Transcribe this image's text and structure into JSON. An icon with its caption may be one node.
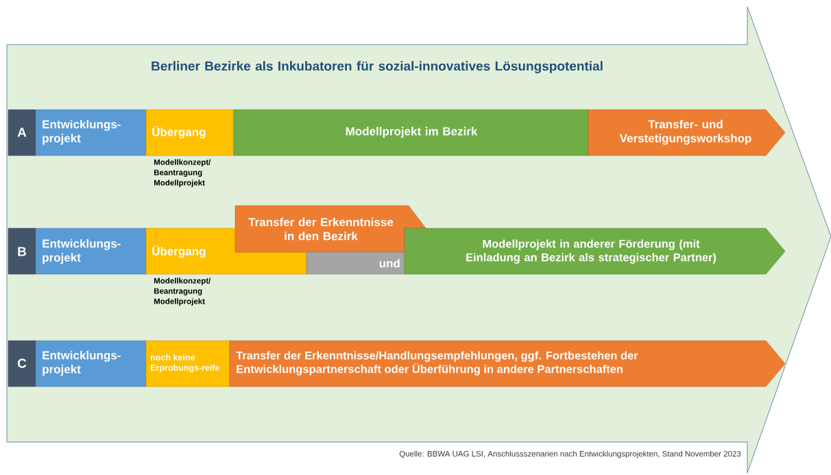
{
  "diagram": {
    "caption": "Quelle: BBWA UAG LSI, Anschlussszenarien nach Entwicklungsprojekten, Stand November 2023",
    "nodes": [
      {
        "text": [
          "Berliner Bezirke als Inkubatoren für sozial-innovatives Lösungspotential"
        ]
      },
      {
        "text": [
          "A"
        ],
        "in": 0
      },
      {
        "text": [
          "Entwicklungs-projekt"
        ],
        "in": 0
      },
      {
        "text": [
          "Übergang"
        ],
        "beside": [
          "Modellkonzept/ Beantragung Modellprojekt"
        ],
        "in": 0
      },
      {
        "text": [
          "Modellprojekt im Bezirk"
        ],
        "in": 0
      },
      {
        "text": [
          "Transfer- und Verstetigungsworkshop"
        ],
        "in": 0
      },
      {
        "text": [
          "B"
        ],
        "in": 0
      },
      {
        "text": [
          "Entwicklungs-projekt"
        ],
        "in": 0
      },
      {
        "text": [
          "Übergang"
        ],
        "beside": [
          "Modellkonzept/ Beantragung Modellprojekt"
        ],
        "in": 0
      },
      {
        "text": [
          "Transfer der Erkenntnisse in den Bezirk"
        ],
        "in": 0
      },
      {
        "text": [
          "und"
        ],
        "in": 0
      },
      {
        "text": [
          "Modellprojekt in anderer Förderung (mit Einladung an Bezirk als strategischer Partner)"
        ],
        "in": 0
      },
      {
        "text": [
          "C"
        ],
        "in": 0
      },
      {
        "text": [
          "Entwicklungs-projekt"
        ],
        "in": 0
      },
      {
        "text": [
          "noch keine Erprobungs-reife"
        ],
        "in": 0
      },
      {
        "text": [
          "Transfer der Erkenntnisse/Handlungsempfehlungen, ggf. Fortbestehen der Entwicklungspartnerschaft oder Überführung in andere Partnerschaften"
        ],
        "in": 0
      }
    ]
  }
}
